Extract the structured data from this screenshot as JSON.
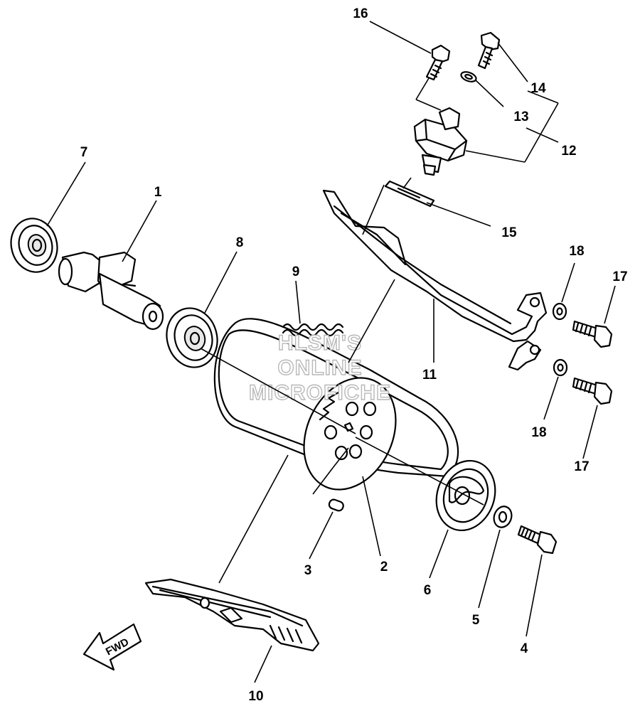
{
  "callouts": {
    "c1": "1",
    "c2": "2",
    "c3": "3",
    "c4": "4",
    "c5": "5",
    "c6": "6",
    "c7": "7",
    "c8": "8",
    "c9": "9",
    "c10": "10",
    "c11": "11",
    "c12": "12",
    "c13": "13",
    "c14": "14",
    "c15": "15",
    "c16": "16",
    "c17a": "17",
    "c17b": "17",
    "c18a": "18",
    "c18b": "18"
  },
  "watermark": {
    "line1": "HLSM'S",
    "line2": "ONLINE",
    "line3": "MICROFICHE"
  },
  "direction_badge": {
    "label": "FWD"
  }
}
